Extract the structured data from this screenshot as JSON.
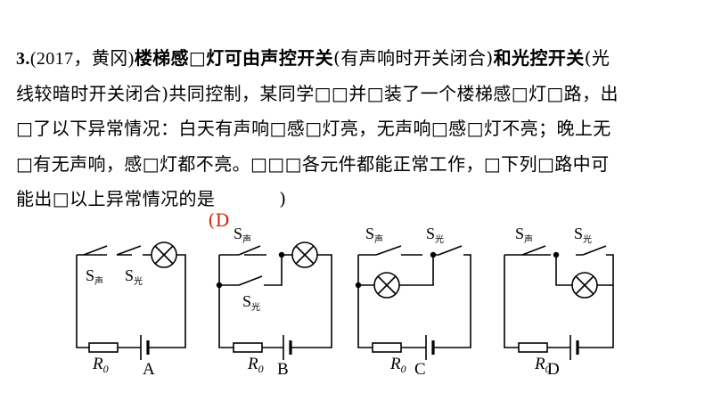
{
  "question": {
    "number": "3",
    "dot": ".",
    "source": "(2017，黄冈)",
    "lines": [
      {
        "bold1": "楼梯感□灯可由声控开关",
        "plain1": "(有声响时开关闭合)",
        "bold2": "和光控开关",
        "plain2": "(光"
      },
      {
        "text": "线较暗时开关闭合)共同控制，某同学□□并□装了一个楼梯感□灯□路，出"
      },
      {
        "text": "□了以下异常情况：白天有声响□感□灯亮，无声响□感□灯不亮；晚上无"
      },
      {
        "text": "□有无声响，感□灯都不亮。□□□各元件都能正常工作，□下列□路中可"
      },
      {
        "text": "能出□以上异常情况的是"
      }
    ],
    "answer_open": "(",
    "answer": "D",
    "answer_close": ")"
  },
  "figures": [
    {
      "caption": "A",
      "sw1": "S",
      "sw1_sub": "声",
      "sw2": "S",
      "sw2_sub": "光",
      "resistor": "R",
      "resistor_sub": "0"
    },
    {
      "caption": "B",
      "sw1": "S",
      "sw1_sub": "声",
      "sw2": "S",
      "sw2_sub": "光",
      "resistor": "R",
      "resistor_sub": "0"
    },
    {
      "caption": "C",
      "sw1": "S",
      "sw1_sub": "声",
      "sw2": "S",
      "sw2_sub": "光",
      "resistor": "R",
      "resistor_sub": "0"
    },
    {
      "caption": "D",
      "sw1": "S",
      "sw1_sub": "声",
      "sw2": "S",
      "sw2_sub": "光",
      "resistor": "R",
      "resistor_sub": "0"
    }
  ],
  "colors": {
    "answer": "#d81e06",
    "ink": "#000000"
  }
}
